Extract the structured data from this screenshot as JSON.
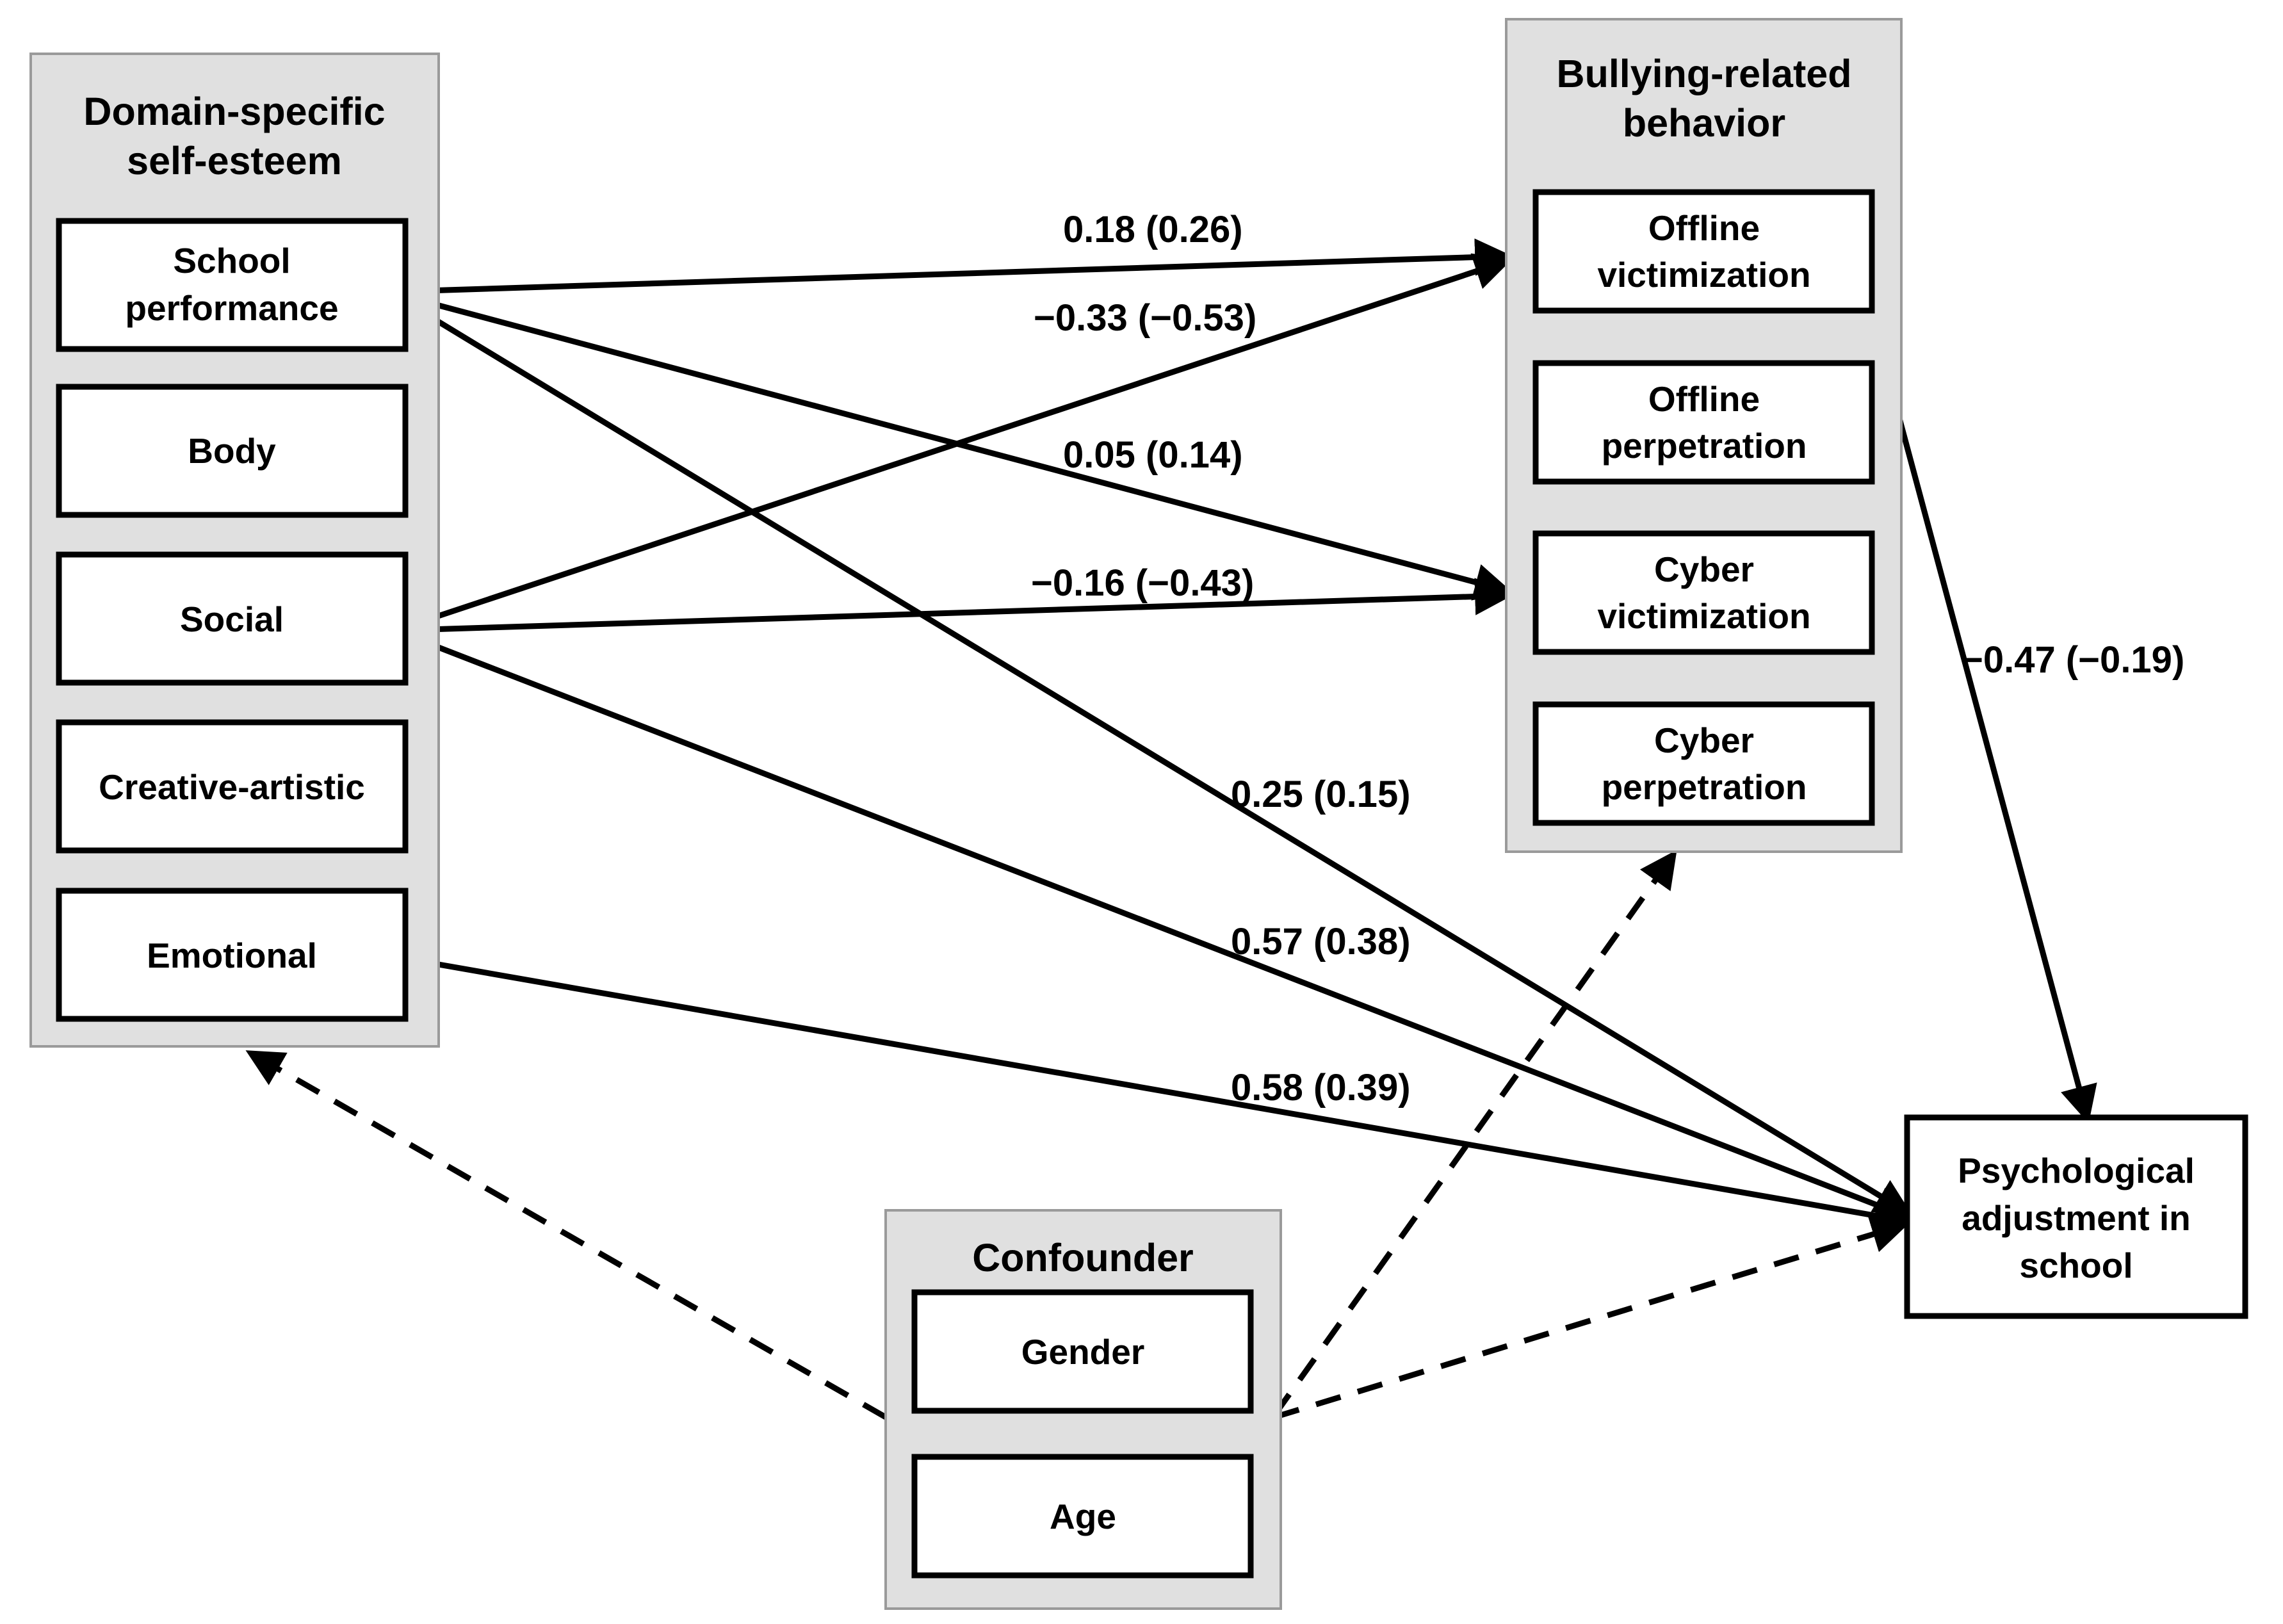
{
  "figure": {
    "type": "path-diagram",
    "description": "Structural path model relating domain-specific self-esteem, bullying-related behavior and psychological adjustment in school"
  },
  "panels": {
    "self_esteem": {
      "title": "Domain-specific self-esteem",
      "title_line1": "Domain-specific",
      "title_line2": "self-esteem",
      "nodes": [
        {
          "id": "school_performance",
          "line1": "School",
          "line2": "performance"
        },
        {
          "id": "body",
          "line1": "Body",
          "line2": ""
        },
        {
          "id": "social",
          "line1": "Social",
          "line2": ""
        },
        {
          "id": "creative_artistic",
          "line1": "Creative-artistic",
          "line2": ""
        },
        {
          "id": "emotional",
          "line1": "Emotional",
          "line2": ""
        }
      ]
    },
    "bullying": {
      "title": "Bullying-related behavior",
      "title_line1": "Bullying-related",
      "title_line2": "behavior",
      "nodes": [
        {
          "id": "offline_victimization",
          "line1": "Offline",
          "line2": "victimization"
        },
        {
          "id": "offline_perpetration",
          "line1": "Offline",
          "line2": "perpetration"
        },
        {
          "id": "cyber_victimization",
          "line1": "Cyber",
          "line2": "victimization"
        },
        {
          "id": "cyber_perpetration",
          "line1": "Cyber",
          "line2": "perpetration"
        }
      ]
    },
    "confounder": {
      "title": "Confounder",
      "title_line1": "Confounder",
      "nodes": [
        {
          "id": "gender",
          "line1": "Gender",
          "line2": ""
        },
        {
          "id": "age",
          "line1": "Age",
          "line2": ""
        }
      ]
    }
  },
  "outcome": {
    "id": "psychological_adjustment",
    "line1": "Psychological",
    "line2": "adjustment in",
    "line3": "school"
  },
  "edges": [
    {
      "id": "e1",
      "from": "school_performance",
      "to": "offline_victimization",
      "label": "0.18 (0.26)",
      "style": "solid"
    },
    {
      "id": "e2",
      "from": "social",
      "to": "offline_victimization",
      "label": "−0.33 (−0.53)",
      "style": "solid"
    },
    {
      "id": "e3",
      "from": "school_performance",
      "to": "cyber_victimization",
      "label": "0.05 (0.14)",
      "style": "solid"
    },
    {
      "id": "e4",
      "from": "social",
      "to": "cyber_victimization",
      "label": "−0.16 (−0.43)",
      "style": "solid"
    },
    {
      "id": "e5",
      "from": "school_performance",
      "to": "psychological_adjustment",
      "label": "0.25 (0.15)",
      "style": "solid"
    },
    {
      "id": "e6",
      "from": "social",
      "to": "psychological_adjustment",
      "label": "0.57 (0.38)",
      "style": "solid"
    },
    {
      "id": "e7",
      "from": "emotional",
      "to": "psychological_adjustment",
      "label": "0.58 (0.39)",
      "style": "solid"
    },
    {
      "id": "e8",
      "from": "offline_victimization",
      "to": "psychological_adjustment",
      "label": "−0.47 (−0.19)",
      "style": "solid"
    },
    {
      "id": "e9",
      "from": "confounder",
      "to": "self_esteem",
      "label": "",
      "style": "dashed"
    },
    {
      "id": "e10",
      "from": "confounder",
      "to": "bullying",
      "label": "",
      "style": "dashed"
    },
    {
      "id": "e11",
      "from": "confounder",
      "to": "psychological_adjustment",
      "label": "",
      "style": "dashed"
    }
  ],
  "edge_labels": {
    "l1": "0.18 (0.26)",
    "l2": "−0.33 (−0.53)",
    "l3": "0.05 (0.14)",
    "l4": "−0.16 (−0.43)",
    "l5": "0.25 (0.15)",
    "l6": "0.57 (0.38)",
    "l7": "0.58 (0.39)",
    "l8": "−0.47 (−0.19)"
  },
  "colors": {
    "panel_fill": "#e0e0e0",
    "panel_stroke": "#9a9a9a",
    "node_fill": "#ffffff",
    "node_stroke": "#000000",
    "edge_stroke": "#000000"
  }
}
